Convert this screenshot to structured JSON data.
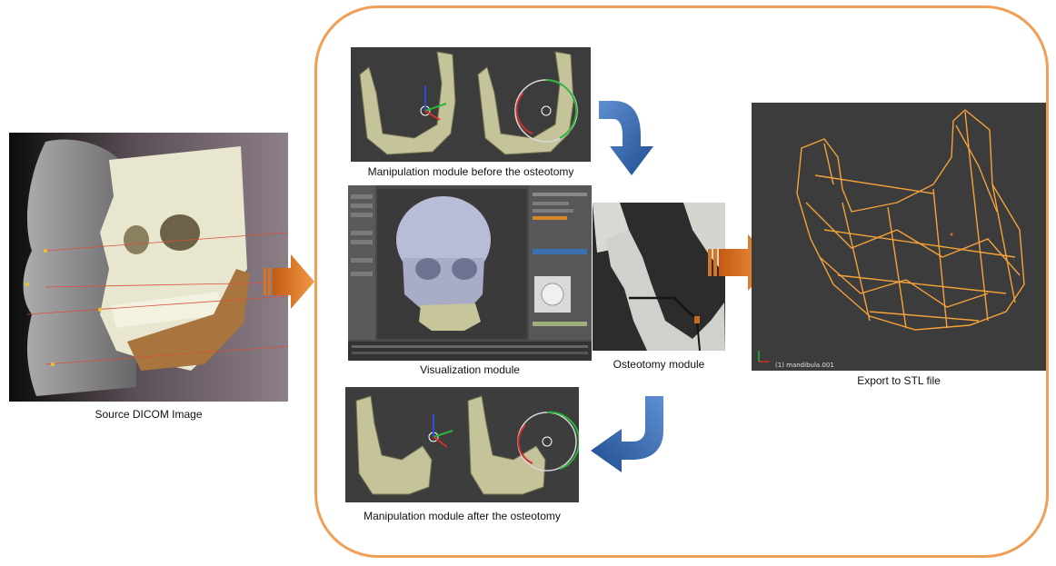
{
  "captions": {
    "source": "Source DICOM Image",
    "manip_before": "Manipulation module before the osteotomy",
    "visualization": "Visualization module",
    "osteotomy": "Osteotomy module",
    "export": "Export to STL file",
    "manip_after": "Manipulation module after the osteotomy"
  },
  "viewport_label": "(1) mandibula.001",
  "colors": {
    "frame": "#f0a056",
    "orange_arrow": "#e87a1e",
    "blue_arrow": "#2f63a8",
    "bone": "#c9c79c",
    "wireframe": "#f5a23a"
  }
}
